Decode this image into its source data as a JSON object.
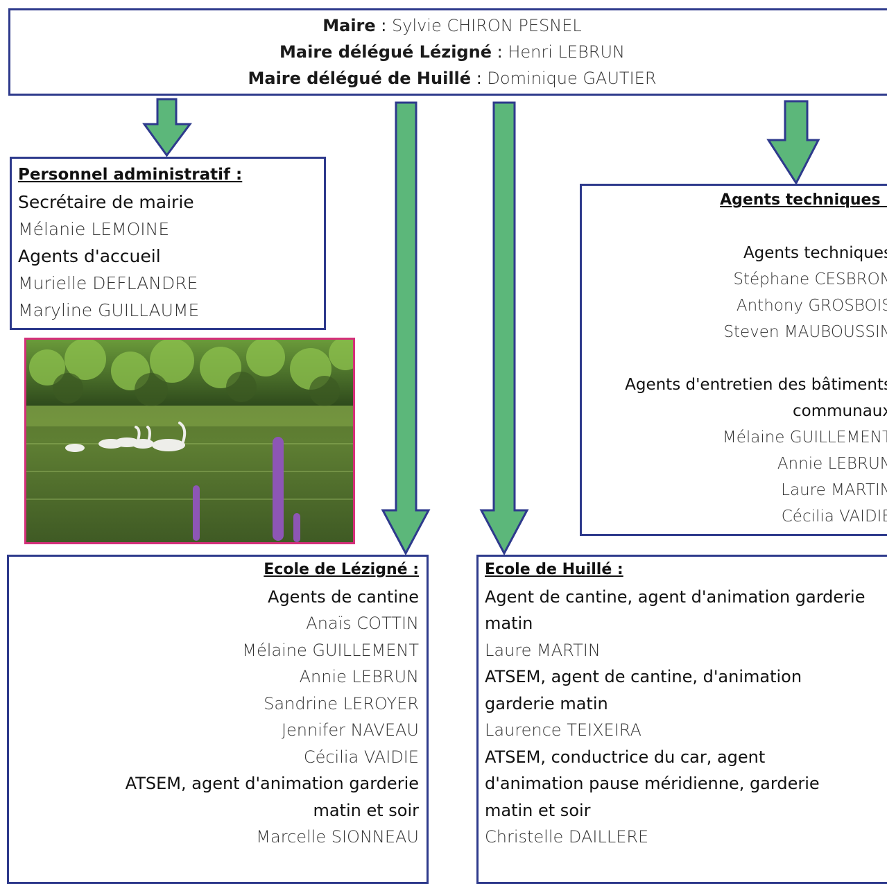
{
  "top": {
    "lines": [
      {
        "label": "Maire",
        "sep": " : ",
        "name": "Sylvie CHIRON PESNEL"
      },
      {
        "label": "Maire délégué Lézigné",
        "sep": " : ",
        "name": "Henri LEBRUN"
      },
      {
        "label": "Maire délégué de Huillé",
        "sep": " : ",
        "name": "Dominique GAUTIER"
      }
    ]
  },
  "admin": {
    "title": "Personnel administratif :",
    "role1": "Secrétaire de mairie",
    "names1": [
      "Mélanie LEMOINE"
    ],
    "role2": "Agents d'accueil",
    "names2": [
      "Murielle DEFLANDRE",
      "Maryline GUILLAUME"
    ]
  },
  "tech": {
    "title": "Agents techniques :",
    "role1": "Agents techniques",
    "names1": [
      "Stéphane CESBRON",
      "Anthony GROSBOIS",
      "Steven MAUBOUSSIN"
    ],
    "role2_line1": "Agents d'entretien des bâtiments",
    "role2_line2": "communaux",
    "names2": [
      "Mélaine GUILLEMENT",
      "Annie LEBRUN",
      "Laure MARTIN",
      "Cécilia VAIDIE"
    ]
  },
  "lezigne": {
    "title": "Ecole de Lézigné :",
    "role1": "Agents de cantine",
    "names1": [
      "Anaïs COTTIN",
      "Mélaine GUILLEMENT",
      "Annie LEBRUN",
      "Sandrine LEROYER",
      "Jennifer NAVEAU",
      "Cécilia VAIDIE"
    ],
    "role2_line1": "ATSEM, agent d'animation garderie",
    "role2_line2": "matin et soir",
    "names2": [
      "Marcelle SIONNEAU"
    ]
  },
  "huille": {
    "title": "Ecole de Huillé :",
    "role1_line1": "Agent de cantine, agent d'animation garderie",
    "role1_line2": "matin",
    "names1": [
      "Laure MARTIN"
    ],
    "role2_line1": "ATSEM, agent de cantine, d'animation",
    "role2_line2": "garderie matin",
    "names2": [
      "Laurence TEIXEIRA"
    ],
    "role3_line1": "ATSEM, conductrice du car, agent",
    "role3_line2": "d'animation pause méridienne, garderie",
    "role3_line3": "matin et soir",
    "names3": [
      "Christelle DAILLERE"
    ]
  },
  "colors": {
    "border": "#2e3a8c",
    "arrow_fill": "#5cb77a",
    "photo_border": "#d4307a"
  }
}
